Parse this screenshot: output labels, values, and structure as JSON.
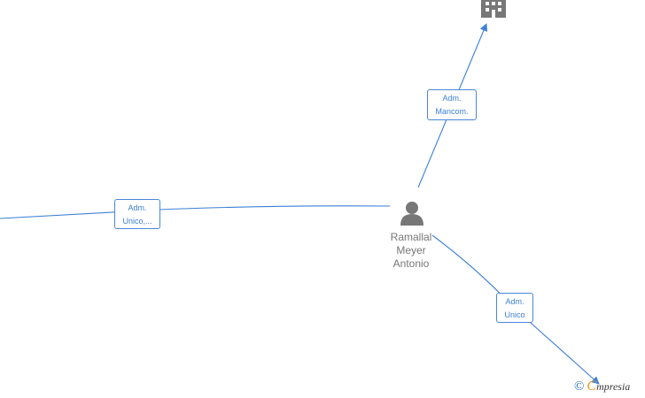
{
  "nodes": {
    "person": {
      "name_line1": "Ramallal",
      "name_line2": "Meyer",
      "name_line3": "Antonio",
      "icon": "person-icon"
    },
    "company_top": {
      "icon": "building-icon"
    }
  },
  "edges": [
    {
      "line1": "Adm.",
      "line2": "Mancom."
    },
    {
      "line1": "Adm.",
      "line2": "Unico,..."
    },
    {
      "line1": "Adm.",
      "line2": "Unico"
    }
  ],
  "footer": {
    "copyright": "©",
    "brand_initial": "C",
    "brand_rest": "mpresia"
  },
  "colors": {
    "edge": "#3c7fd6",
    "node_icon": "#777777",
    "brand_orange": "#f29a1e"
  }
}
